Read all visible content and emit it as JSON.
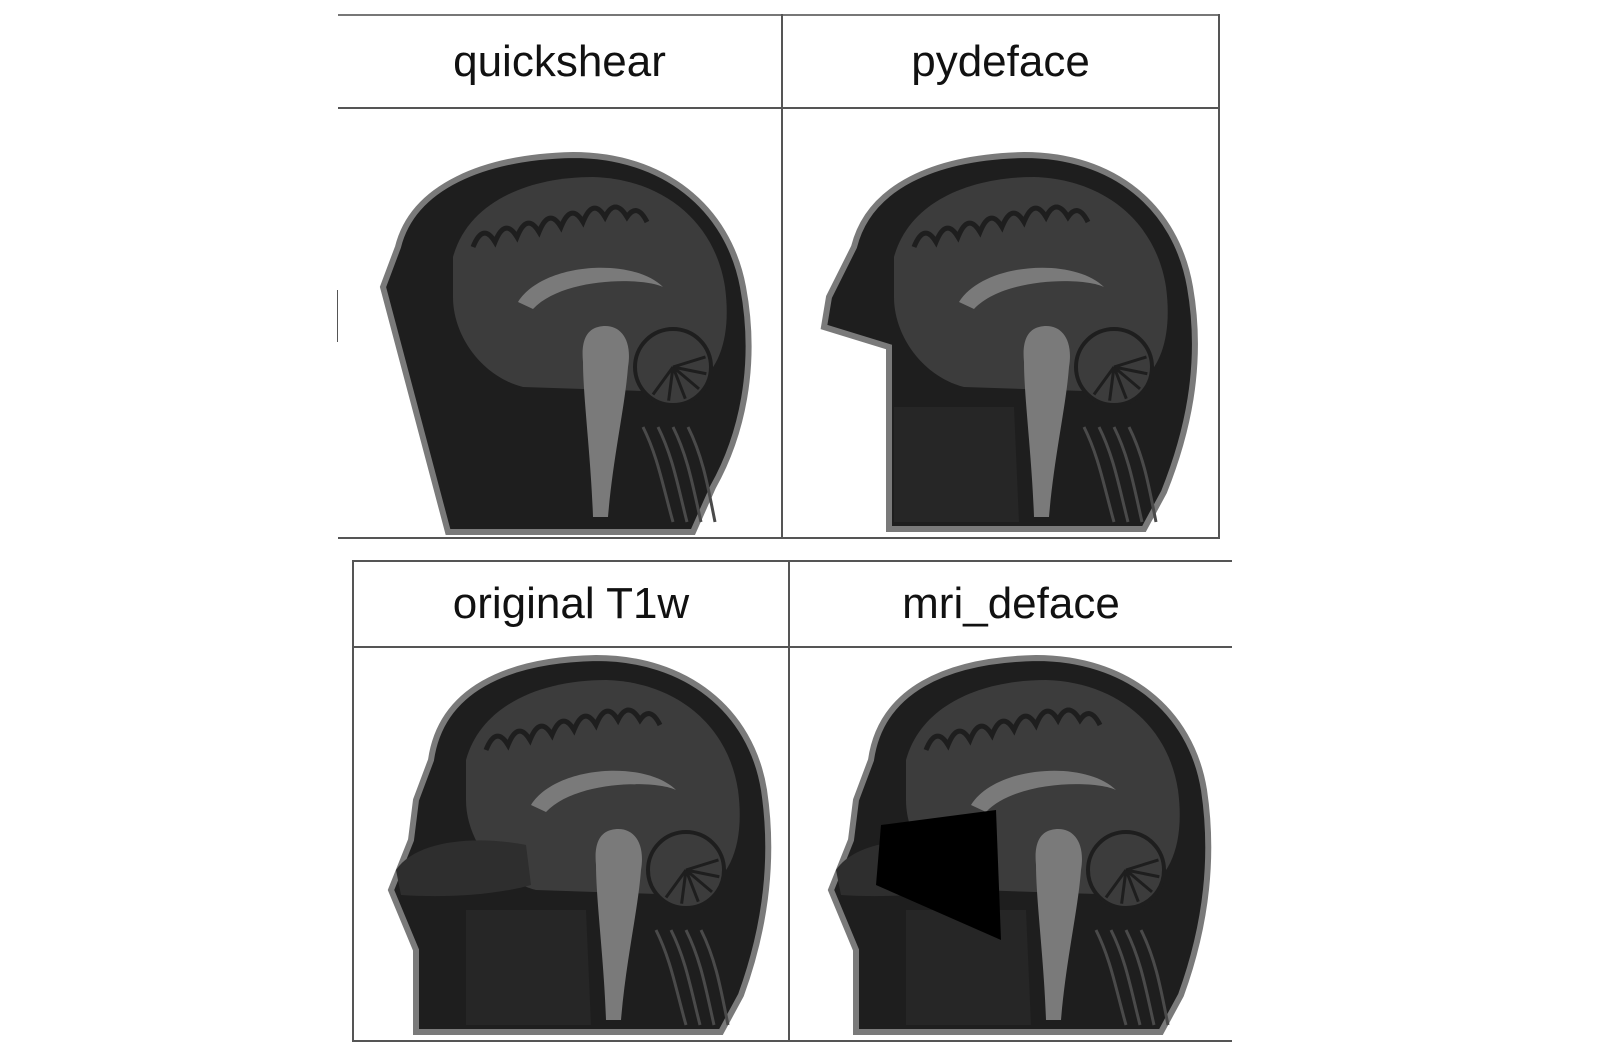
{
  "panels": {
    "top_left": {
      "label": "quickshear",
      "variant": "quickshear"
    },
    "top_right": {
      "label": "pydeface",
      "variant": "pydeface"
    },
    "bottom_left": {
      "label": "original T1w",
      "variant": "original"
    },
    "bottom_right": {
      "label": "mri_deface",
      "variant": "mri_deface"
    }
  },
  "colors": {
    "border": "#555555",
    "scan_dark": "#1e1e1e",
    "brain_gray": "#3c3c3c",
    "tissue_light": "#7a7a7a",
    "mask_black": "#000000"
  }
}
